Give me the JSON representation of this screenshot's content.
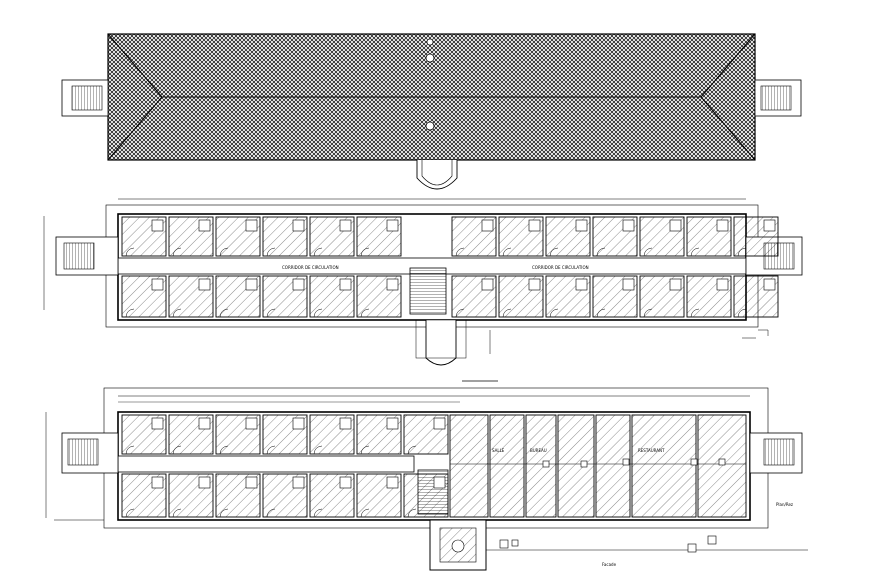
{
  "drawing": {
    "sheets": [
      "roof-plan",
      "upper-floor-plan",
      "ground-floor-plan"
    ],
    "line_color": "#000000",
    "background": "#ffffff"
  },
  "upper_floor": {
    "corridor_labels": [
      "CORRIDOR DE CIRCULATION",
      "CORRIDOR DE CIRCULATION"
    ]
  },
  "ground_floor": {
    "hall_labels": [
      "SALLE",
      "BUREAU",
      "RESTAURANT"
    ],
    "side_label": "Plan/Rez",
    "bottom_label": "Facade"
  }
}
